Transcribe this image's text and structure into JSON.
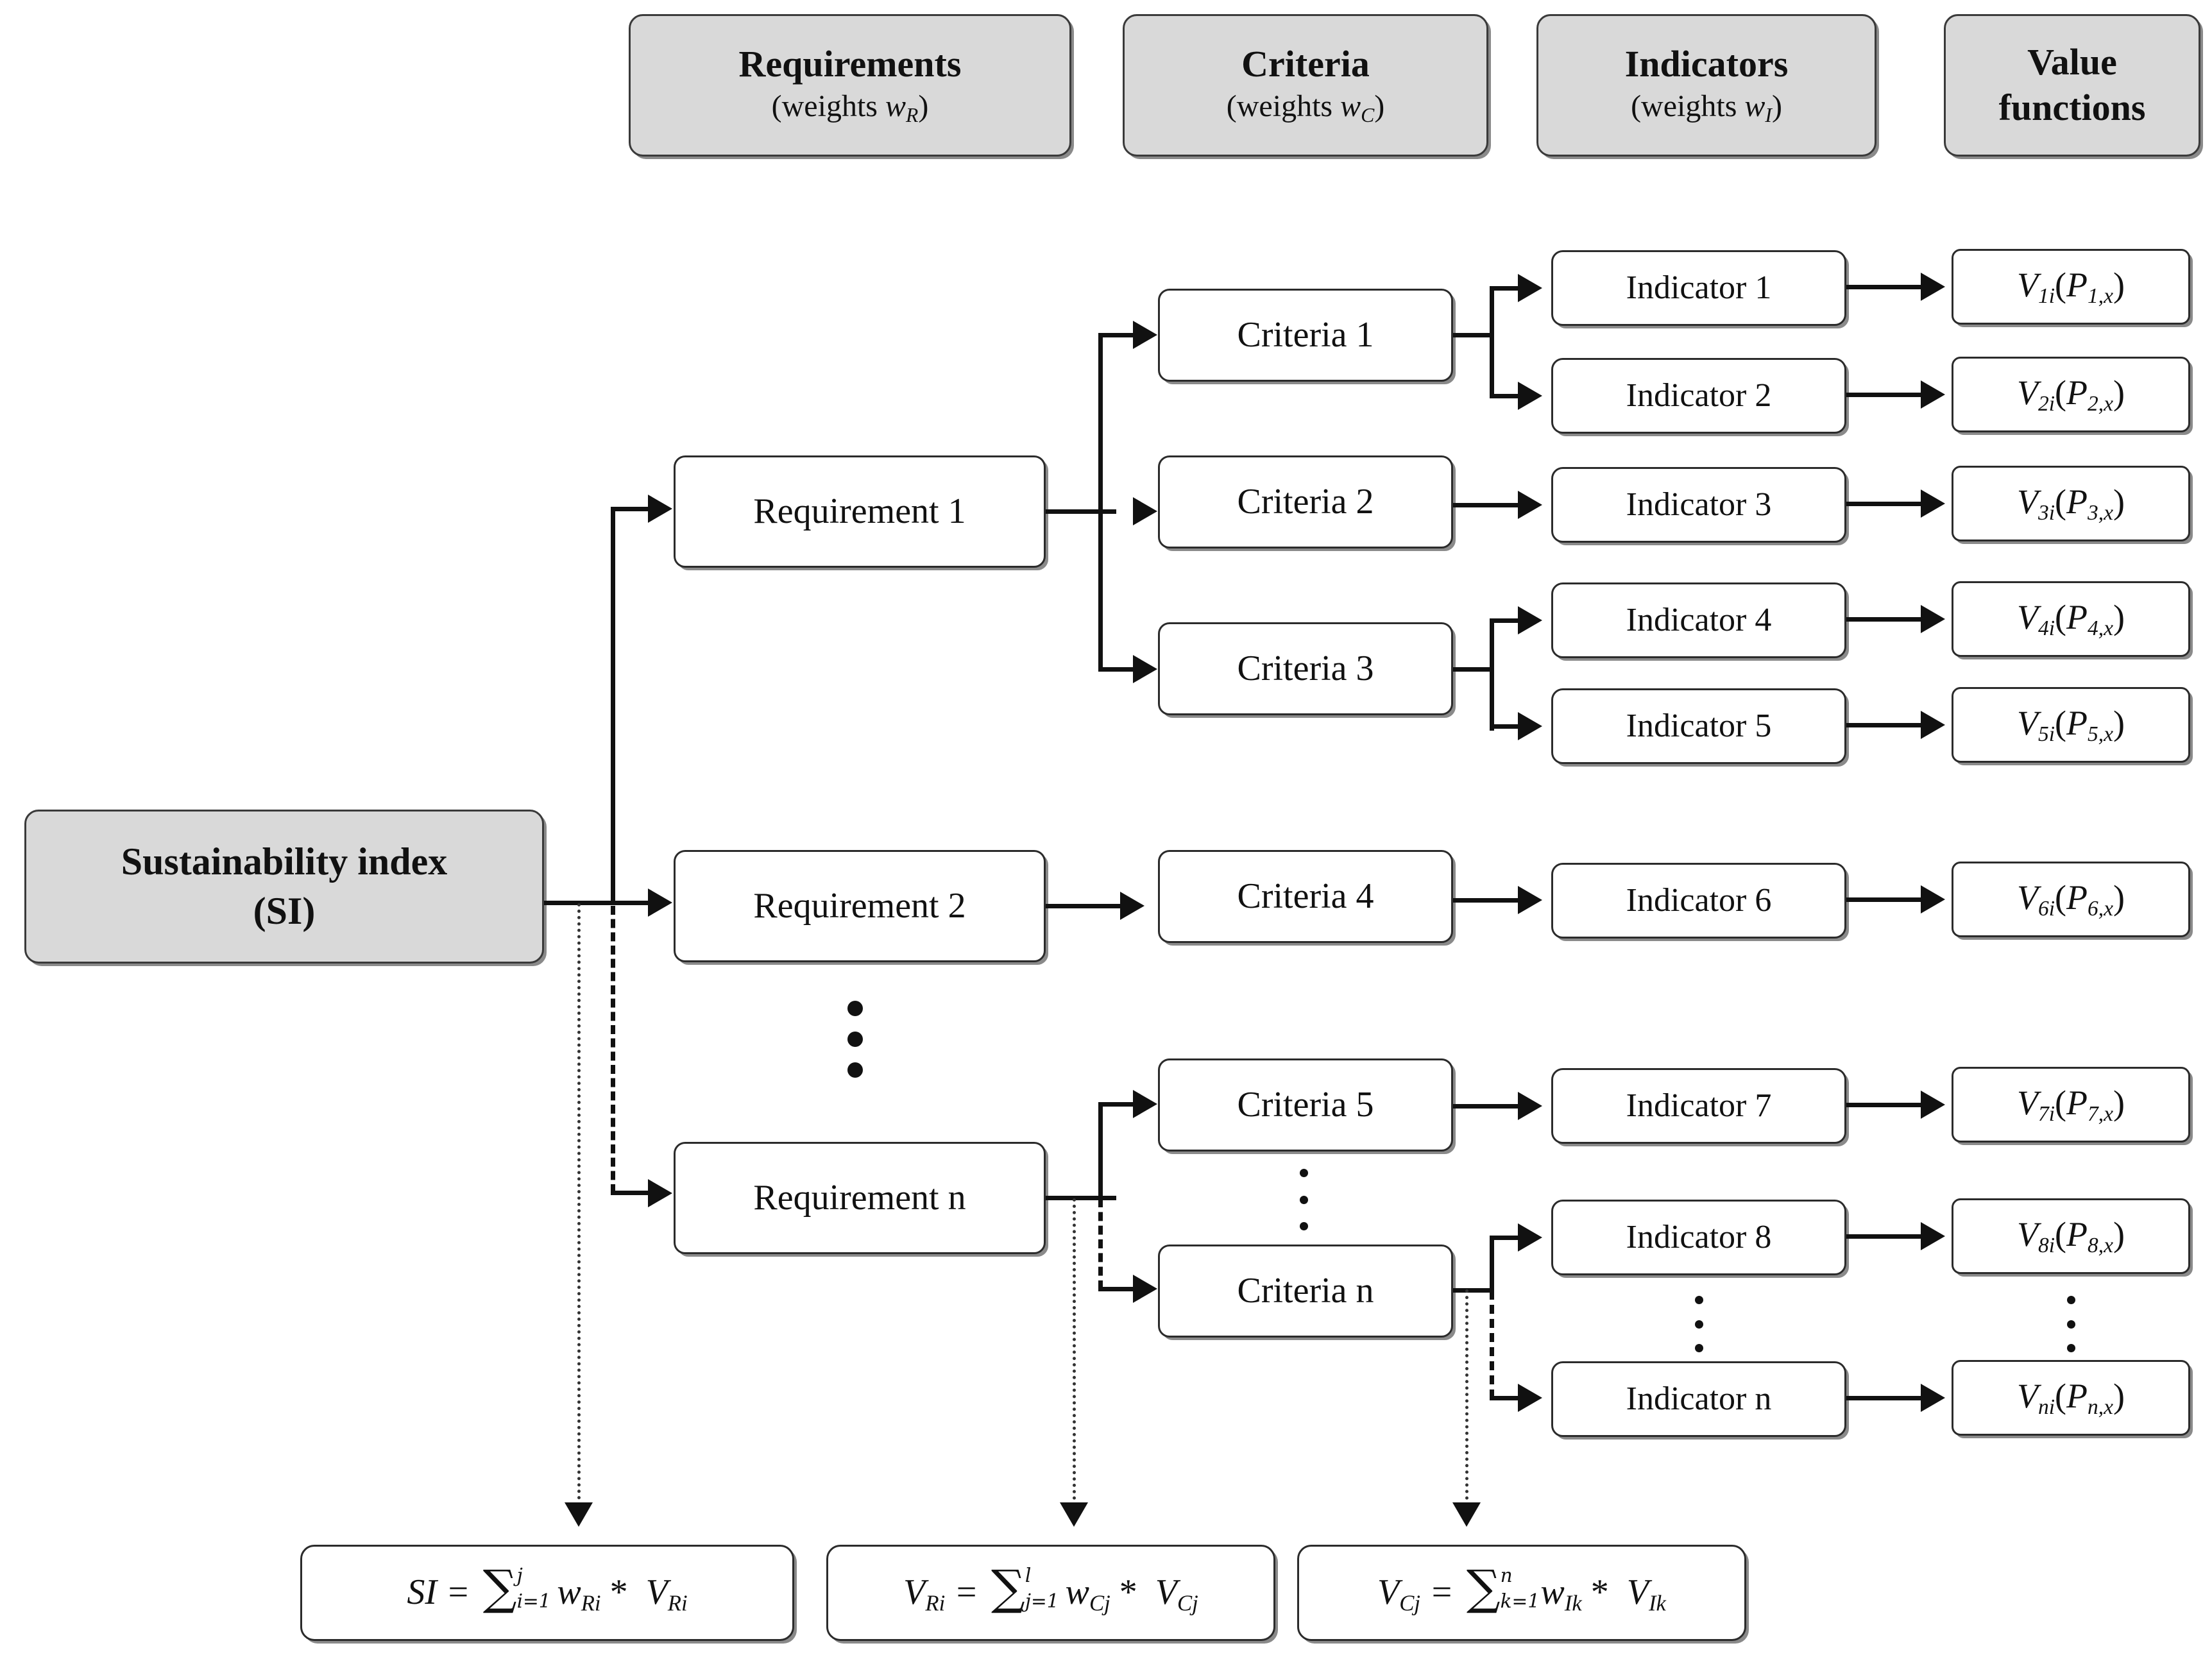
{
  "headers": [
    {
      "title": "Requirements",
      "sub_pre": "(weights ",
      "sub_var": "w",
      "sub_idx": "R",
      "sub_post": ")"
    },
    {
      "title": "Criteria",
      "sub_pre": "(weights ",
      "sub_var": "w",
      "sub_idx": "C",
      "sub_post": ")"
    },
    {
      "title": "Indicators",
      "sub_pre": "(weights ",
      "sub_var": "w",
      "sub_idx": "I",
      "sub_post": ")"
    },
    {
      "title_line1": "Value",
      "title_line2": "functions"
    }
  ],
  "root": {
    "line1": "Sustainability index",
    "line2": "(SI)"
  },
  "requirements": [
    {
      "label": "Requirement 1"
    },
    {
      "label": "Requirement 2"
    },
    {
      "label": "Requirement n"
    }
  ],
  "criteria": [
    {
      "label": "Criteria 1"
    },
    {
      "label": "Criteria 2"
    },
    {
      "label": "Criteria 3"
    },
    {
      "label": "Criteria 4"
    },
    {
      "label": "Criteria 5"
    },
    {
      "label": "Criteria n"
    }
  ],
  "indicators": [
    {
      "label": "Indicator 1"
    },
    {
      "label": "Indicator 2"
    },
    {
      "label": "Indicator 3"
    },
    {
      "label": "Indicator 4"
    },
    {
      "label": "Indicator 5"
    },
    {
      "label": "Indicator 6"
    },
    {
      "label": "Indicator 7"
    },
    {
      "label": "Indicator 8"
    },
    {
      "label": "Indicator n"
    }
  ],
  "value_functions": [
    {
      "v": "V",
      "vsub": "1i",
      "p": "P",
      "psub": "1,x"
    },
    {
      "v": "V",
      "vsub": "2i",
      "p": "P",
      "psub": "2,x"
    },
    {
      "v": "V",
      "vsub": "3i",
      "p": "P",
      "psub": "3,x"
    },
    {
      "v": "V",
      "vsub": "4i",
      "p": "P",
      "psub": "4,x"
    },
    {
      "v": "V",
      "vsub": "5i",
      "p": "P",
      "psub": "5,x"
    },
    {
      "v": "V",
      "vsub": "6i",
      "p": "P",
      "psub": "6,x"
    },
    {
      "v": "V",
      "vsub": "7i",
      "p": "P",
      "psub": "7,x"
    },
    {
      "v": "V",
      "vsub": "8i",
      "p": "P",
      "psub": "8,x"
    },
    {
      "v": "V",
      "vsub": "ni",
      "p": "P",
      "psub": "n,x"
    }
  ],
  "formulas": [
    {
      "lhs": "SI",
      "lhs_sub": "",
      "eq": " = ",
      "sum_top": "j",
      "sum_bot": "i=1",
      "w": "w",
      "w_sub": "Ri",
      "op": " * ",
      "v": "V",
      "v_sub": "Ri"
    },
    {
      "lhs": "V",
      "lhs_sub": "Ri",
      "eq": " = ",
      "sum_top": "l",
      "sum_bot": "j=1",
      "w": "w",
      "w_sub": "Cj",
      "op": " * ",
      "v": "V",
      "v_sub": "Cj"
    },
    {
      "lhs": "V",
      "lhs_sub": "Cj",
      "eq": " = ",
      "sum_top": "n",
      "sum_bot": "k=1",
      "w": "w",
      "w_sub": "Ik",
      "op": " * ",
      "v": "V",
      "v_sub": "Ik"
    }
  ],
  "colors": {
    "header_fill": "#d9d9d9",
    "node_fill": "#ffffff",
    "border": "#2b2b2b",
    "shadow": "#8a8a8a",
    "line": "#111111"
  }
}
